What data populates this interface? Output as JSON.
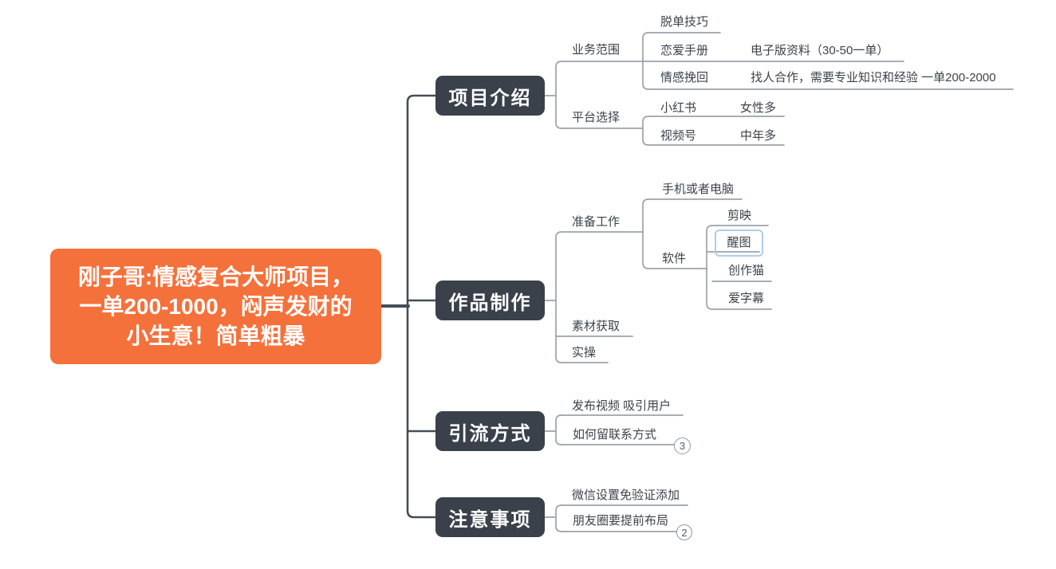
{
  "colors": {
    "root_bg": "#F5713B",
    "branch_bg": "#3A414B",
    "line_dark": "#454D57",
    "line_gray": "#9CA2A9",
    "selection_border": "#AFCCEC",
    "text_dark": "#3C434B"
  },
  "mindmap": {
    "root": {
      "lines": [
        "刚子哥:情感复合大师项目，",
        "一单200-1000，闷声发财的",
        "小生意！简单粗暴"
      ]
    },
    "branches": [
      {
        "label": "项目介绍",
        "children": [
          {
            "label": "业务范围",
            "children": [
              {
                "label": "脱单技巧"
              },
              {
                "label": "恋爱手册",
                "children": [
                  {
                    "label": "电子版资料（30-50一单）"
                  }
                ]
              },
              {
                "label": "情感挽回",
                "children": [
                  {
                    "label": "找人合作，需要专业知识和经验 一单200-2000"
                  }
                ]
              }
            ]
          },
          {
            "label": "平台选择",
            "children": [
              {
                "label": "小红书",
                "children": [
                  {
                    "label": "女性多"
                  }
                ]
              },
              {
                "label": "视频号",
                "children": [
                  {
                    "label": "中年多"
                  }
                ]
              }
            ]
          }
        ]
      },
      {
        "label": "作品制作",
        "children": [
          {
            "label": "准备工作",
            "children": [
              {
                "label": "手机或者电脑"
              },
              {
                "label": "软件",
                "children": [
                  {
                    "label": "剪映"
                  },
                  {
                    "label": "醒图",
                    "selected": true
                  },
                  {
                    "label": "创作猫"
                  },
                  {
                    "label": "爱字幕"
                  }
                ]
              }
            ]
          },
          {
            "label": "素材获取"
          },
          {
            "label": "实操"
          }
        ]
      },
      {
        "label": "引流方式",
        "children": [
          {
            "label": "发布视频 吸引用户"
          },
          {
            "label": "如何留联系方式",
            "collapsed_count": "3"
          }
        ]
      },
      {
        "label": "注意事项",
        "children": [
          {
            "label": "微信设置免验证添加"
          },
          {
            "label": "朋友圈要提前布局",
            "collapsed_count": "2"
          }
        ]
      }
    ]
  }
}
